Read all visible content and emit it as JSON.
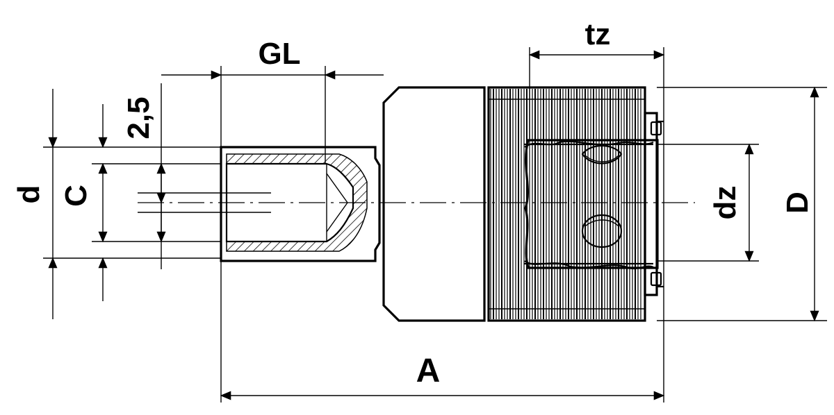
{
  "drawing": {
    "labels": {
      "gl": "GL",
      "tz": "tz",
      "d": "d",
      "c": "C",
      "two_five": "2,5",
      "dz": "dz",
      "big_d": "D",
      "a": "A"
    },
    "colors": {
      "line": "#000000",
      "background": "#ffffff"
    }
  }
}
